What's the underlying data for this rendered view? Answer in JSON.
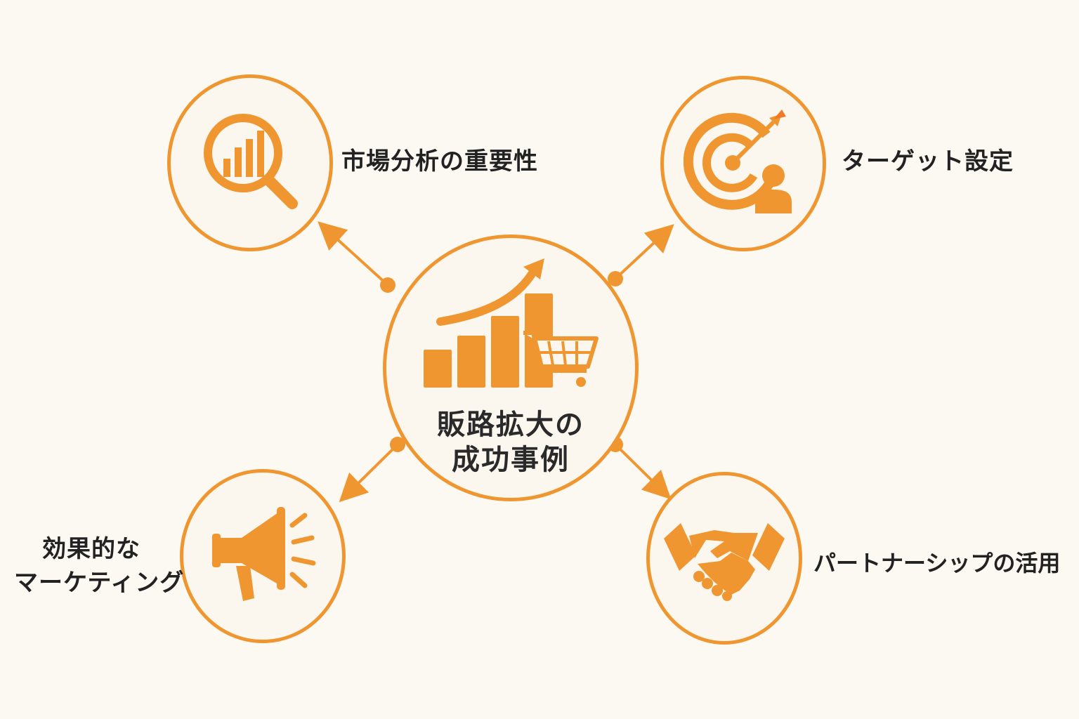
{
  "center": {
    "title_line1": "販路拡大の",
    "title_line2": "成功事例",
    "icon": "growth-chart-cart-icon"
  },
  "nodes": [
    {
      "id": "market-analysis",
      "label": "市場分析の重要性",
      "icon": "magnifier-chart-icon"
    },
    {
      "id": "target-setting",
      "label": "ターゲット設定",
      "icon": "target-person-icon"
    },
    {
      "id": "effective-marketing",
      "label_line1": "効果的な",
      "label_line2": "マーケティング",
      "icon": "megaphone-icon"
    },
    {
      "id": "partnership",
      "label": "パートナーシップの活用",
      "icon": "handshake-icon"
    }
  ],
  "colors": {
    "accent": "#ef9630",
    "background": "#fcf9f3",
    "circle_fill": "#fbf7ee",
    "text": "#222222"
  }
}
